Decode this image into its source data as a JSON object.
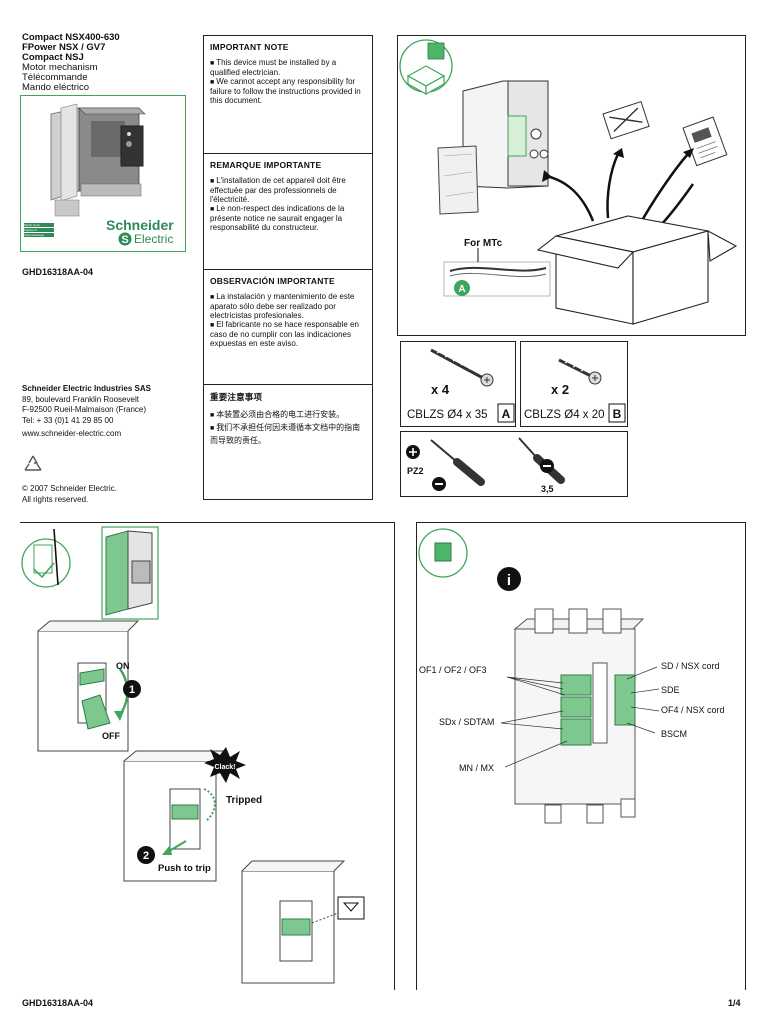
{
  "header": {
    "title_lines": [
      "Compact NSX400-630",
      "FPower NSX / GV7",
      "Compact NSJ"
    ],
    "subtitle_lines": [
      "Motor mechanism",
      "Télécommande",
      "Mando eléctrico"
    ]
  },
  "brand": {
    "name_line1": "Schneider",
    "name_line2": "Electric",
    "badges": [
      "Merlin Gerin",
      "Square D",
      "Telemecanique"
    ]
  },
  "doc_code": "GHD16318AA-04",
  "company": {
    "name": "Schneider Electric Industries SAS",
    "address1": "89, boulevard Franklin Roosevelt",
    "address2": "F-92500 Rueil-Malmaison (France)",
    "tel": "Tel: + 33 (0)1 41 29 85 00",
    "web": "www.schneider-electric.com"
  },
  "copyright": [
    "© 2007 Schneider Electric.",
    "All rights reserved."
  ],
  "notes": [
    {
      "heading": "IMPORTANT NOTE",
      "bullets": [
        "This device must be installed by a qualified electrician.",
        "We cannot accept any responsibility for failure to follow the instructions provided in this document."
      ]
    },
    {
      "heading": "REMARQUE IMPORTANTE",
      "bullets": [
        "L'installation de cet appareil doit être effectuée par des professionnels de l'électricité.",
        "Le non-respect des indications de la présente notice ne saurait engager la responsabilité du constructeur."
      ]
    },
    {
      "heading": "OBSERVACIÓN IMPORTANTE",
      "bullets": [
        "La instalación y mantenimiento de este aparato sólo debe ser realizado por electricistas profesionales.",
        "El fabricante no se hace responsable en caso de no cumplir con las indicaciones expuestas en este aviso."
      ]
    },
    {
      "heading": "重要注意事项",
      "bullets": [
        "本装置必须由合格的电工进行安装。",
        "我们不承担任何因未遵循本文档中的指南而导致的责任。"
      ]
    }
  ],
  "unpack": {
    "for_mtc": "For MTc",
    "cable_badge": "A"
  },
  "screws": [
    {
      "qty": "x 4",
      "ref": "CBLZS Ø4 x 35",
      "letter": "A"
    },
    {
      "qty": "x 2",
      "ref": "CBLZS Ø4 x 20",
      "letter": "B"
    }
  ],
  "tools": {
    "pz": "PZ2",
    "flat": "3,5"
  },
  "trip_panel": {
    "on": "ON",
    "off": "OFF",
    "step1": "1",
    "step2": "2",
    "clack": "Clack!",
    "tripped": "Tripped",
    "push": "Push to trip"
  },
  "aux_panel": {
    "info": "i",
    "left_labels": [
      "OF1 / OF2 / OF3",
      "SDx / SDTAM",
      "MN / MX"
    ],
    "right_labels": [
      "SD / NSX cord",
      "SDE",
      "OF4 / NSX cord",
      "BSCM"
    ]
  },
  "footer": {
    "code": "GHD16318AA-04",
    "page": "1/4"
  }
}
